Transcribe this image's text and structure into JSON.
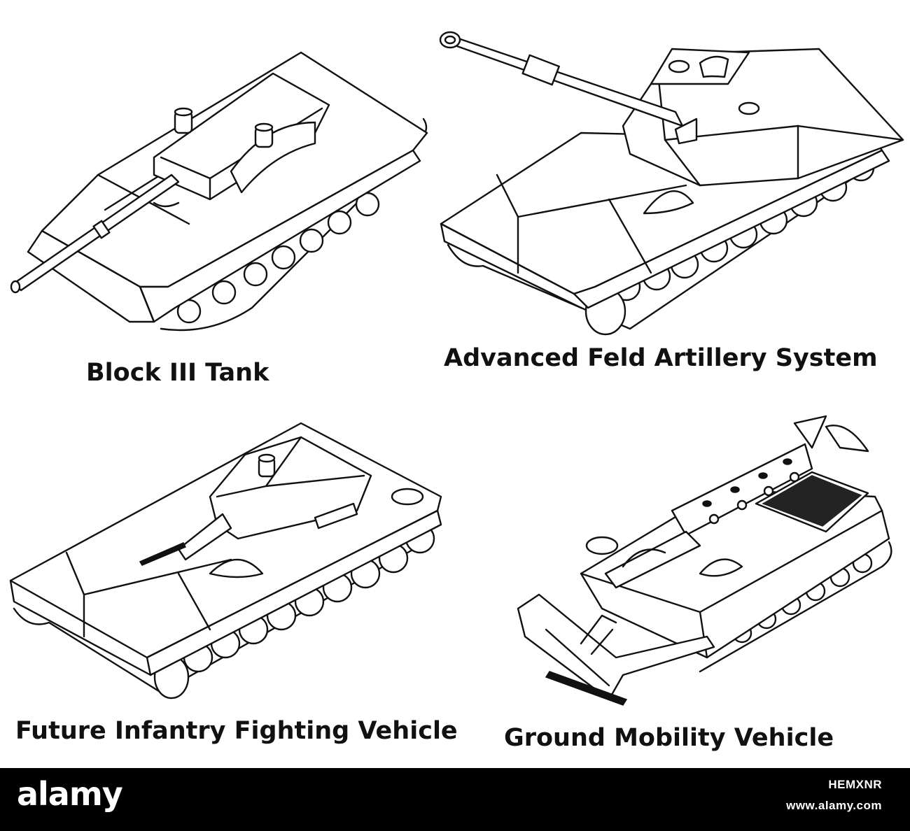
{
  "figures": [
    {
      "caption": "Block III Tank"
    },
    {
      "caption": "Advanced Feld Artillery System"
    },
    {
      "caption": "Future Infantry Fighting Vehicle"
    },
    {
      "caption": "Ground Mobility Vehicle"
    }
  ],
  "footer": {
    "brand": "alamy",
    "image_id": "HEMXNR",
    "url": "www.alamy.com"
  },
  "colors": {
    "ink": "#111111",
    "background": "#ffffff",
    "footer_bg": "#000000"
  }
}
